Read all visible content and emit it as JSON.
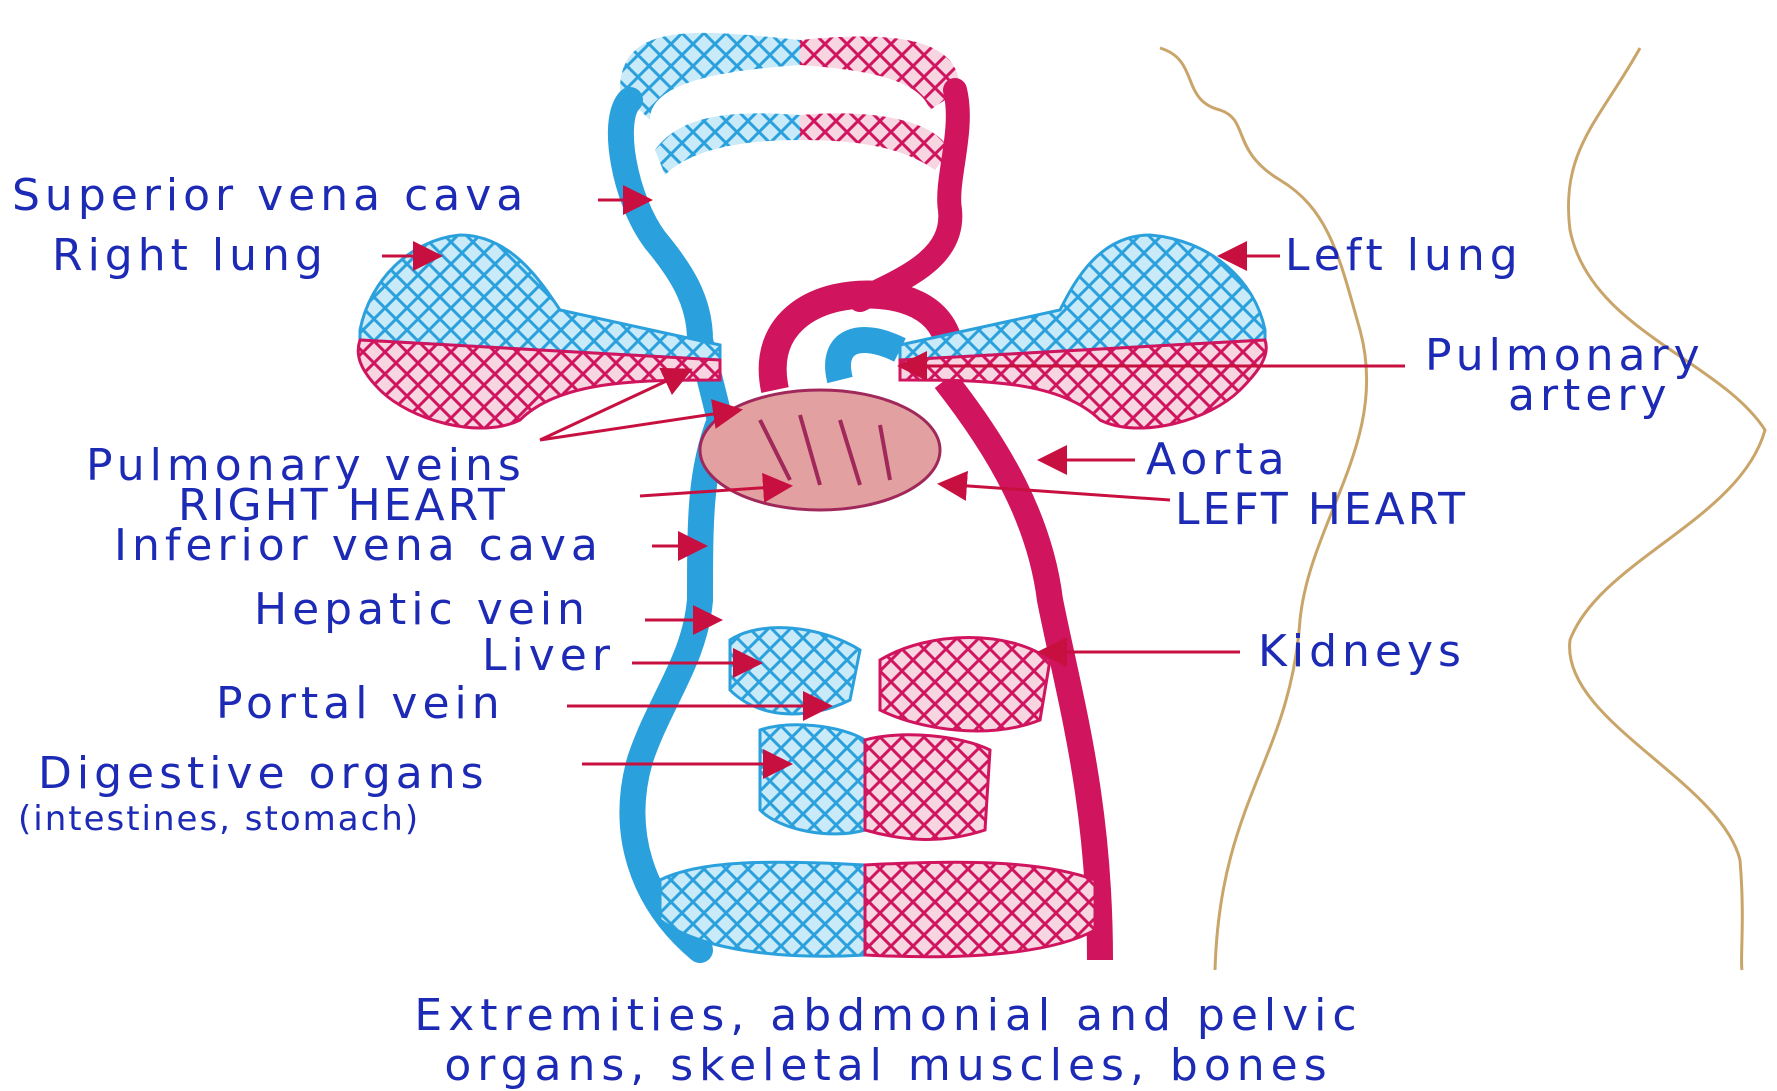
{
  "colors": {
    "venous": "#2aa0dd",
    "arterial": "#d0145d",
    "heart": "#e3a0a0",
    "label": "#1c2ab5",
    "arrow": "#c81040",
    "outline": "#c9a56a"
  },
  "labels": {
    "superior_vena_cava": "Superior vena cava",
    "right_lung": "Right lung",
    "left_lung": "Left lung",
    "pulmonary_artery_line1": "Pulmonary",
    "pulmonary_artery_line2": "artery",
    "pulmonary_veins": "Pulmonary veins",
    "right_heart": "RIGHT HEART",
    "aorta": "Aorta",
    "left_heart": "LEFT HEART",
    "inferior_vena_cava": "Inferior vena cava",
    "hepatic_vein": "Hepatic vein",
    "liver": "Liver",
    "kidneys": "Kidneys",
    "portal_vein": "Portal vein",
    "digestive_organs": "Digestive organs",
    "digestive_organs_detail": "(intestines, stomach)"
  },
  "caption": {
    "line1": "Extremities, abdmonial and pelvic",
    "line2": "organs, skeletal muscles, bones"
  }
}
